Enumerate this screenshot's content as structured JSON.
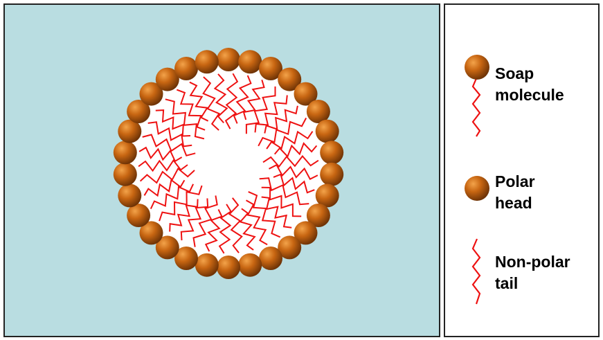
{
  "colors": {
    "water": "#b9dde1",
    "micelle_core": "#ffffff",
    "tail": "#ee1111",
    "head_light": "#f3a34a",
    "head_mid": "#c86612",
    "head_dark": "#6e3306",
    "border": "#222222"
  },
  "micelle": {
    "head_count": 30,
    "tail_count": 38
  },
  "legend": {
    "soap_molecule": "Soap\nmolecule",
    "polar_head": "Polar\nhead",
    "non_polar_tail": "Non-polar\ntail"
  }
}
